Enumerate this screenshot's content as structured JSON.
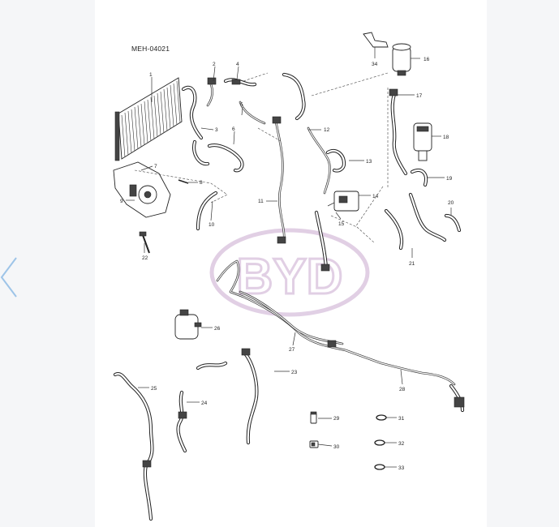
{
  "diagram_code": "MEH-04021",
  "watermark": "BYD",
  "callouts": [
    "1",
    "2",
    "3",
    "4",
    "5",
    "6",
    "7",
    "8",
    "9",
    "10",
    "11",
    "12",
    "13",
    "14",
    "15",
    "16",
    "17",
    "18",
    "19",
    "20",
    "21",
    "22",
    "23",
    "24",
    "25",
    "26",
    "27",
    "28",
    "29",
    "30",
    "31",
    "32",
    "33",
    "34"
  ],
  "colors": {
    "watermark": "#c9a9cf",
    "nav_arrow": "#9ec4e8",
    "side_panel": "#f5f6f8"
  },
  "nav": {
    "prev_icon": "chevron-left-icon"
  }
}
